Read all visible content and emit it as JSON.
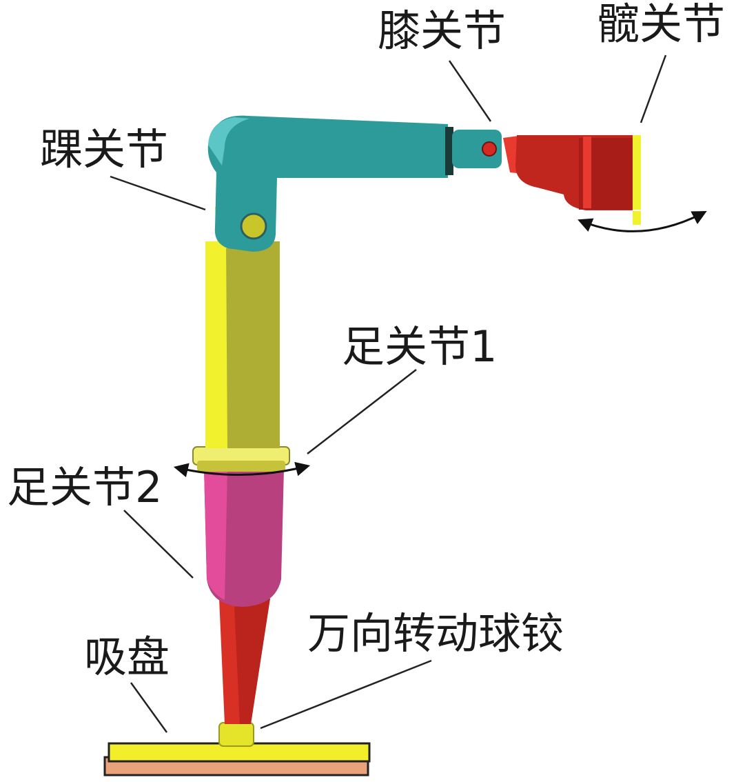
{
  "labels": {
    "hip_joint": "髋关节",
    "knee_joint": "膝关节",
    "ankle_joint": "踝关节",
    "foot_joint_1": "足关节1",
    "foot_joint_2": "足关节2",
    "suction_cup": "吸盘",
    "universal_ball_joint": "万向转动球铰"
  },
  "colors": {
    "hip_link": "#d42a22",
    "knee_link": "#2e9b9b",
    "ankle_link": "#c8c62a",
    "foot_link": "#b8407e",
    "lower_rod": "#d83025",
    "ball_joint": "#e6e42a",
    "suction_top": "#f2ee2a",
    "suction_bottom": "#e9a27a",
    "leader_line": "#222222"
  }
}
